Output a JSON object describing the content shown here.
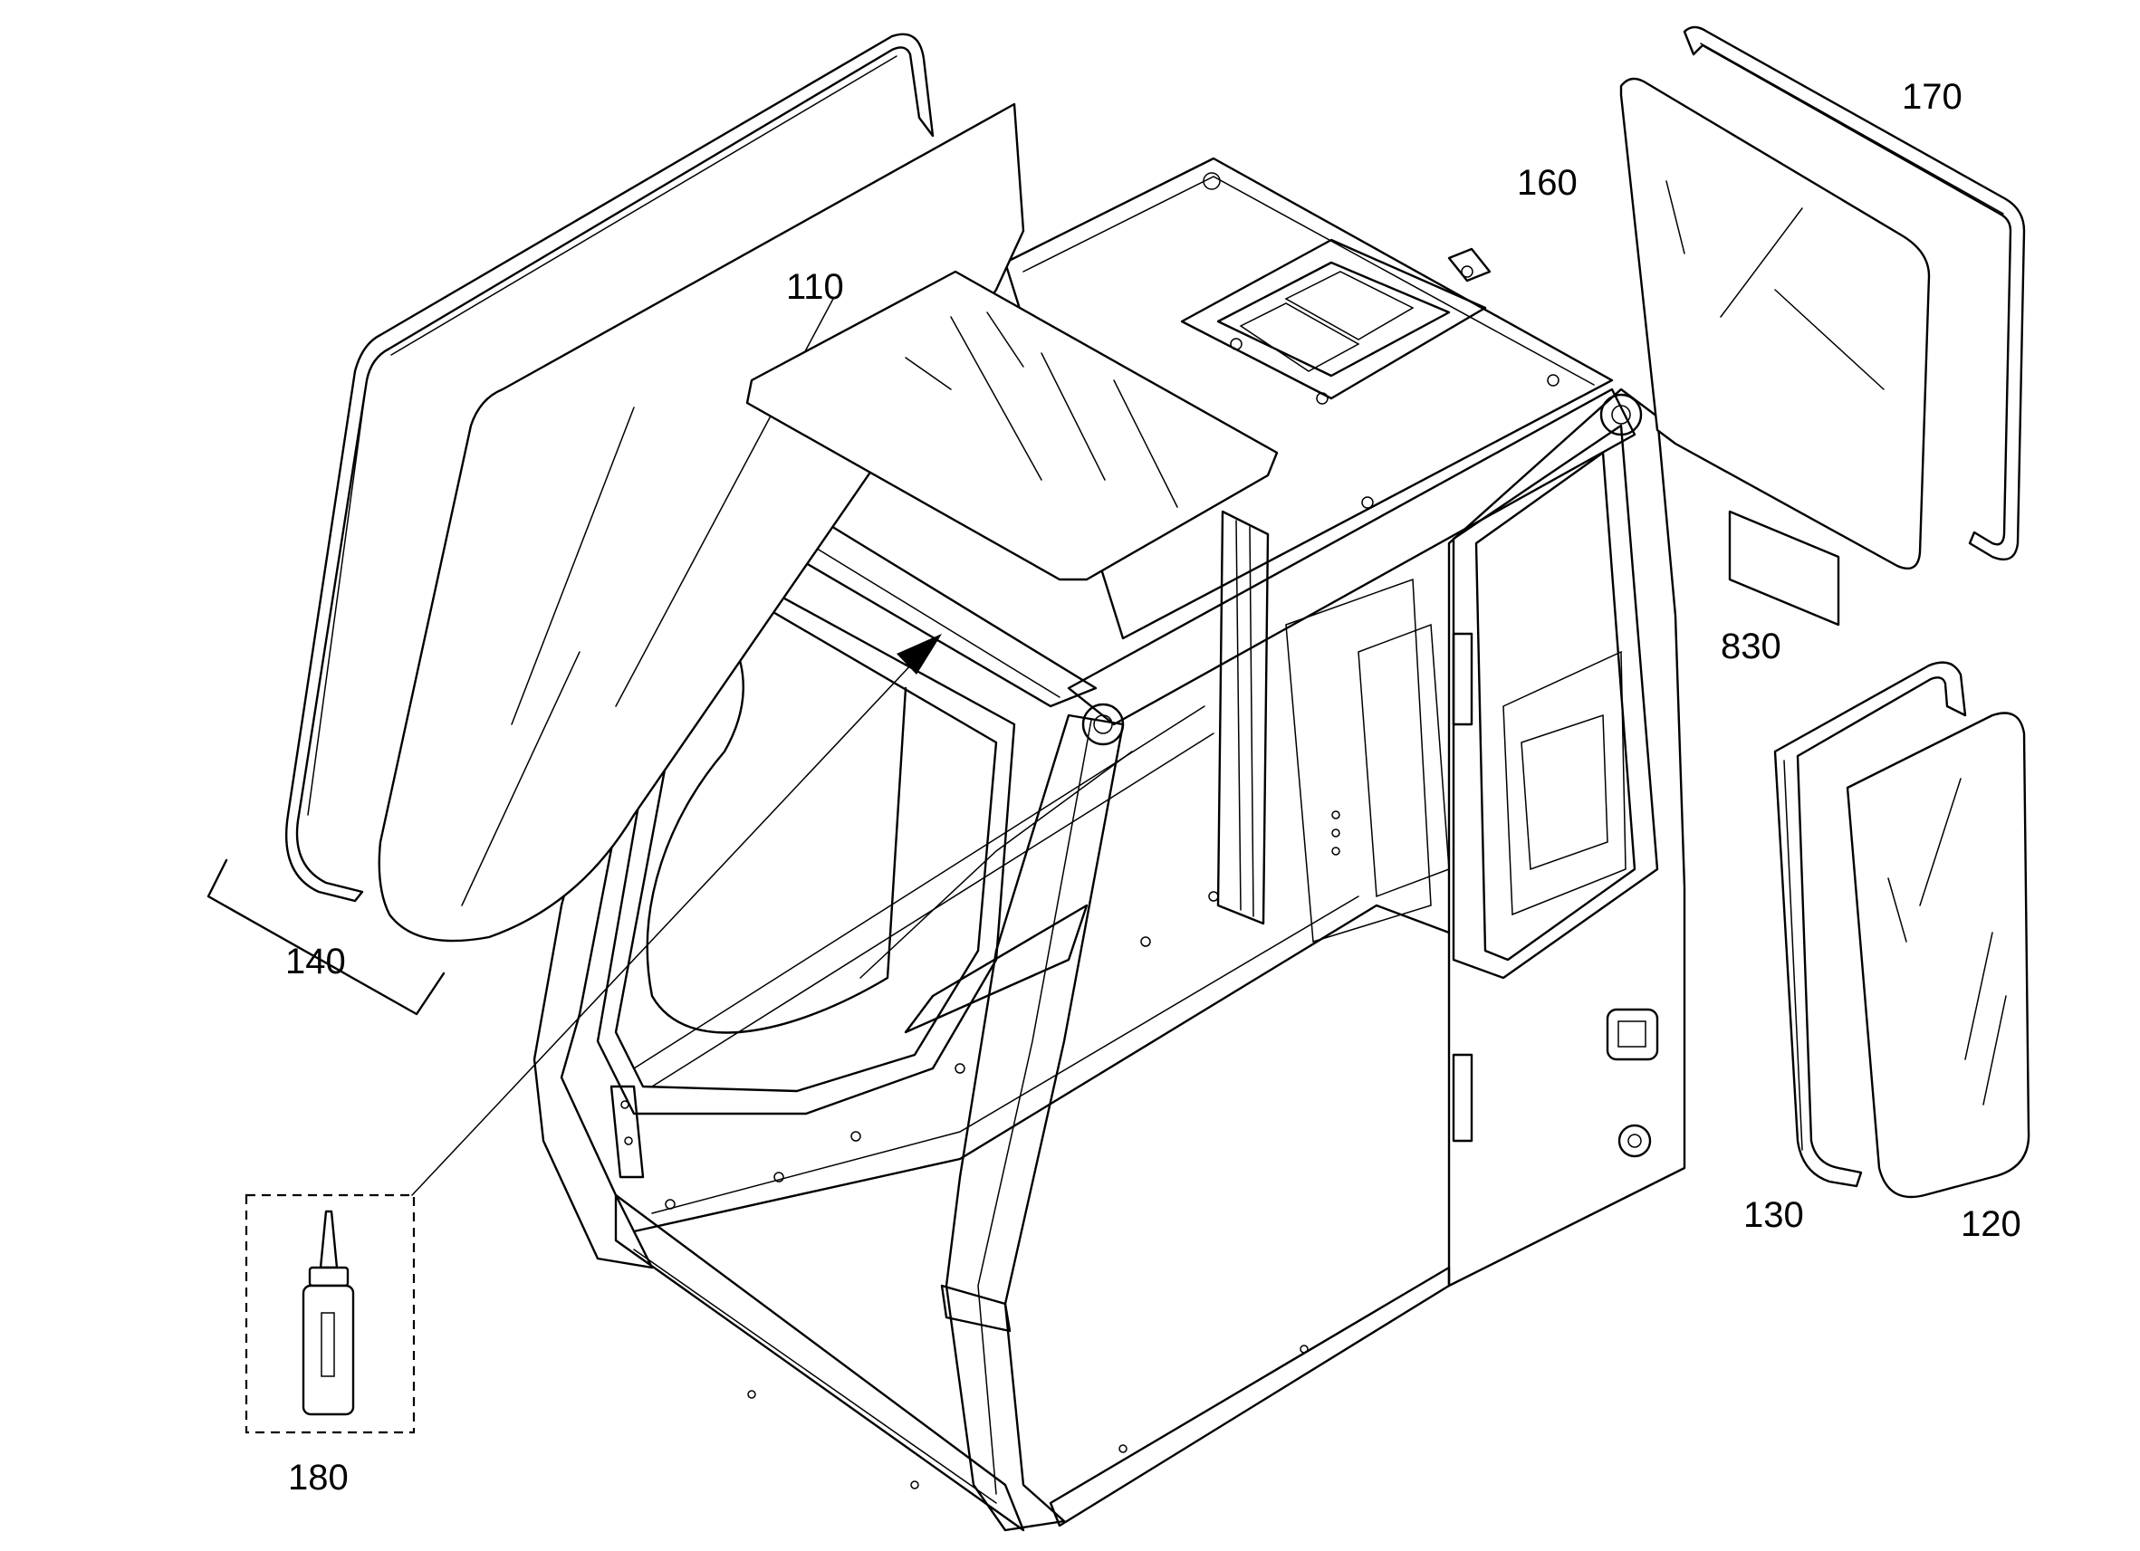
{
  "part_labels": [
    {
      "id": "110",
      "text": "110"
    },
    {
      "id": "120",
      "text": "120"
    },
    {
      "id": "130",
      "text": "130"
    },
    {
      "id": "140",
      "text": "140"
    },
    {
      "id": "160",
      "text": "160"
    },
    {
      "id": "170",
      "text": "170"
    },
    {
      "id": "180",
      "text": "180"
    },
    {
      "id": "830",
      "text": "830"
    }
  ]
}
